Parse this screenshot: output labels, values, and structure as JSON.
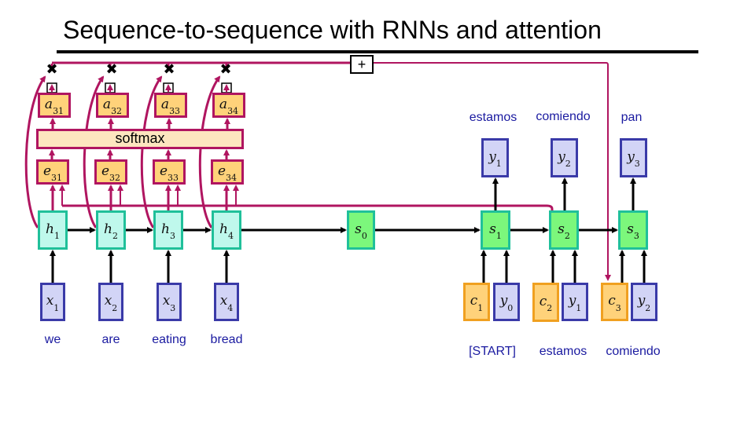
{
  "title": "Sequence-to-sequence with RNNs and attention",
  "combine_op": "+",
  "multiply_icon": "✖",
  "colors": {
    "attention_wire": "#b01560",
    "attention_box_fill": "#ffd27a",
    "softmax_fill": "#fde6bf",
    "encoder_fill": "#bff8ec",
    "encoder_border": "#20c09a",
    "decoder_fill": "#7cf77c",
    "input_fill": "#d2d4f6",
    "input_border": "#3a3aa8",
    "context_border": "#f0a020",
    "word_color": "#1a1aa0"
  },
  "softmax": {
    "label": "softmax"
  },
  "attention_weights": [
    {
      "var": "a",
      "sub": "31"
    },
    {
      "var": "a",
      "sub": "32"
    },
    {
      "var": "a",
      "sub": "33"
    },
    {
      "var": "a",
      "sub": "34"
    }
  ],
  "alignment_scores": [
    {
      "var": "e",
      "sub": "31"
    },
    {
      "var": "e",
      "sub": "32"
    },
    {
      "var": "e",
      "sub": "33"
    },
    {
      "var": "e",
      "sub": "34"
    }
  ],
  "encoder": {
    "hidden": [
      {
        "var": "h",
        "sub": "1"
      },
      {
        "var": "h",
        "sub": "2"
      },
      {
        "var": "h",
        "sub": "3"
      },
      {
        "var": "h",
        "sub": "4"
      }
    ],
    "inputs": [
      {
        "var": "x",
        "sub": "1"
      },
      {
        "var": "x",
        "sub": "2"
      },
      {
        "var": "x",
        "sub": "3"
      },
      {
        "var": "x",
        "sub": "4"
      }
    ],
    "words": [
      "we",
      "are",
      "eating",
      "bread"
    ]
  },
  "decoder": {
    "initial_state": {
      "var": "s",
      "sub": "0"
    },
    "states": [
      {
        "var": "s",
        "sub": "1"
      },
      {
        "var": "s",
        "sub": "2"
      },
      {
        "var": "s",
        "sub": "3"
      }
    ],
    "outputs": [
      {
        "var": "y",
        "sub": "1"
      },
      {
        "var": "y",
        "sub": "2"
      },
      {
        "var": "y",
        "sub": "3"
      }
    ],
    "output_words": [
      "estamos",
      "comiendo",
      "pan"
    ],
    "contexts": [
      {
        "var": "c",
        "sub": "1"
      },
      {
        "var": "c",
        "sub": "2"
      },
      {
        "var": "c",
        "sub": "3"
      }
    ],
    "prev_outputs": [
      {
        "var": "y",
        "sub": "0"
      },
      {
        "var": "y",
        "sub": "1"
      },
      {
        "var": "y",
        "sub": "2"
      }
    ],
    "input_words": [
      "[START]",
      "estamos",
      "comiendo"
    ]
  }
}
